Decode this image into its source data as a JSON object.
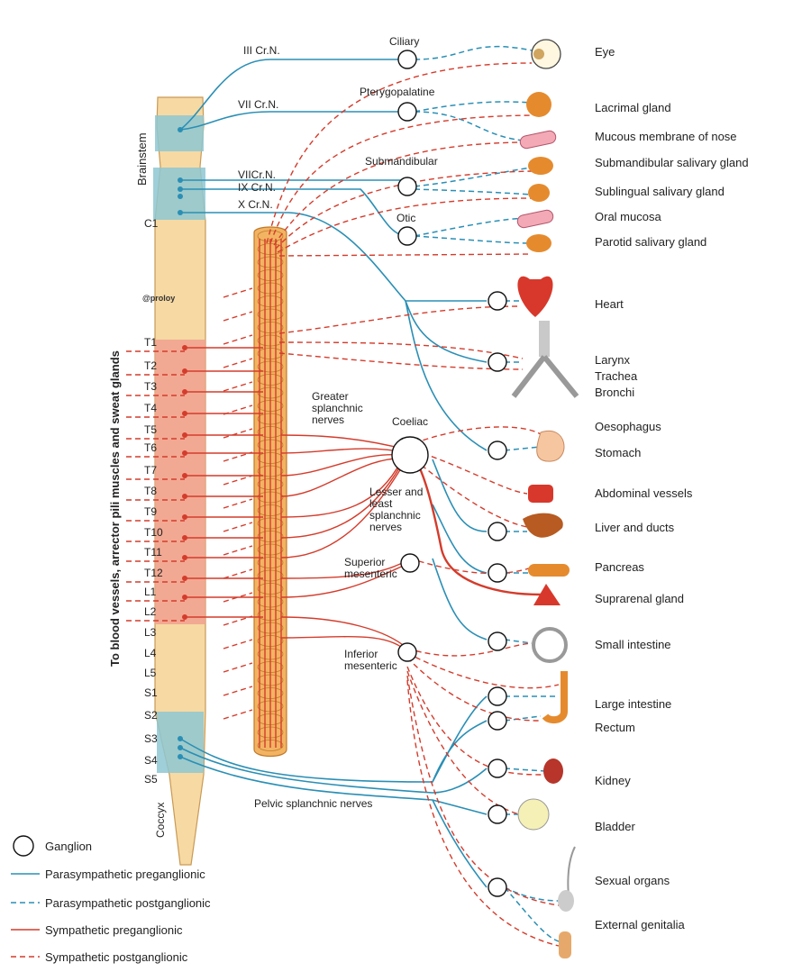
{
  "spine": {
    "brainstem": "Brainstem",
    "coccyx": "Coccyx",
    "side_label": "To blood vessels, arrector pili muscles and sweat glands",
    "watermark": "@proloy",
    "segments": [
      "C1",
      "T1",
      "T2",
      "T3",
      "T4",
      "T5",
      "T6",
      "T7",
      "T8",
      "T9",
      "T10",
      "T11",
      "T12",
      "L1",
      "L2",
      "L3",
      "L4",
      "L5",
      "S1",
      "S2",
      "S3",
      "S4",
      "S5"
    ]
  },
  "cranial": {
    "iii": "III Cr.N.",
    "vii_top": "VII Cr.N.",
    "vii": "VIICr.N.",
    "ix": "IX Cr.N.",
    "x": "X Cr.N."
  },
  "ganglia": {
    "ciliary": "Ciliary",
    "pterygopalatine": "Pterygopalatine",
    "submandibular": "Submandibular",
    "otic": "Otic",
    "coeliac": "Coeliac",
    "superior": "Superior\nmesenteric",
    "inferior": "Inferior\nmesenteric"
  },
  "nerves": {
    "greater": "Greater\nsplanchnic\nnerves",
    "lesser": "Lesser and\nleast\nsplanchnic\nnerves",
    "pelvic": "Pelvic splanchnic nerves"
  },
  "organs": [
    "Eye",
    "Lacrimal gland",
    "Mucous membrane of nose",
    "Submandibular salivary gland",
    "Sublingual salivary gland",
    "Oral mucosa",
    "Parotid salivary gland",
    "Heart",
    "Larynx",
    "Trachea",
    "Bronchi",
    "Oesophagus",
    "Stomach",
    "Abdominal vessels",
    "Liver and ducts",
    "Pancreas",
    "Suprarenal gland",
    "Small intestine",
    "Large intestine",
    "Rectum",
    "Kidney",
    "Bladder",
    "Sexual organs",
    "External genitalia"
  ],
  "legend": [
    {
      "label": "Ganglion",
      "symbol": "circle"
    },
    {
      "label": "Parasympathetic preganglionic",
      "symbol": "solid-blue"
    },
    {
      "label": "Parasympathetic postganglionic",
      "symbol": "dashed-blue"
    },
    {
      "label": "Sympathetic preganglionic",
      "symbol": "solid-red"
    },
    {
      "label": "Sympathetic postganglionic",
      "symbol": "dashed-red"
    }
  ],
  "colors": {
    "parasympathetic": "#2a8fb5",
    "sympathetic": "#d43c2c",
    "cord": "#f7d9a3",
    "chain": "#f2b463"
  }
}
